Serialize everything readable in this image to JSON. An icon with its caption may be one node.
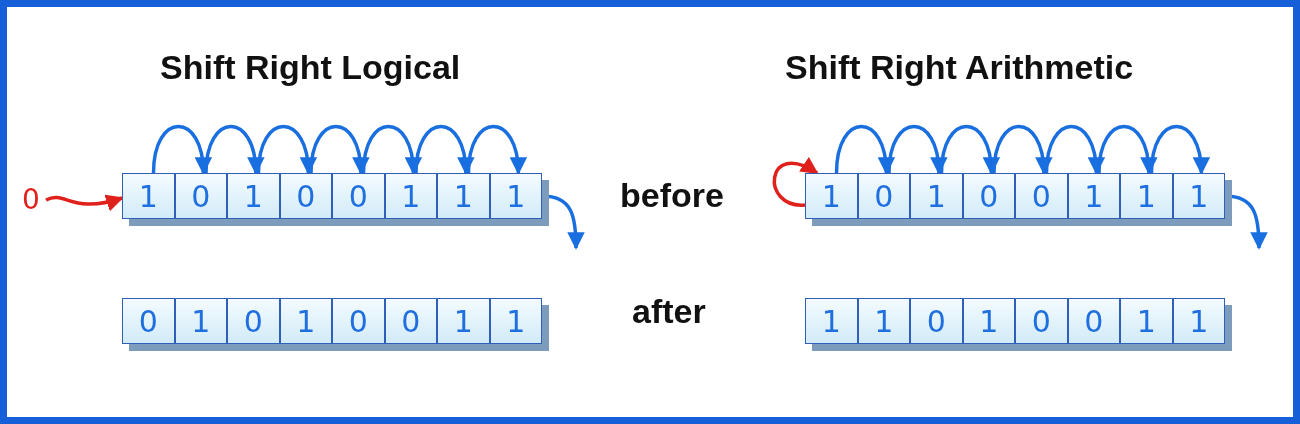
{
  "diagram": {
    "nodes": [
      {
        "text": [
          "0"
        ]
      },
      {
        "text": [
          "1"
        ]
      },
      {
        "text": [
          "0"
        ]
      },
      {
        "text": [
          "1"
        ]
      },
      {
        "text": [
          "0"
        ]
      },
      {
        "text": [
          "0"
        ]
      },
      {
        "text": [
          "1"
        ]
      },
      {
        "text": [
          "1"
        ]
      },
      {
        "text": [
          "1"
        ]
      },
      {
        "text": [
          "0"
        ]
      },
      {
        "text": [
          "1"
        ]
      },
      {
        "text": [
          "0"
        ]
      },
      {
        "text": [
          "1"
        ]
      },
      {
        "text": [
          "0"
        ]
      },
      {
        "text": [
          "0"
        ]
      },
      {
        "text": [
          "1"
        ]
      },
      {
        "text": [
          "1"
        ]
      },
      {
        "text": [
          "1"
        ]
      },
      {
        "text": [
          "0"
        ]
      },
      {
        "text": [
          "1"
        ]
      },
      {
        "text": [
          "0"
        ]
      },
      {
        "text": [
          "0"
        ]
      },
      {
        "text": [
          "1"
        ]
      },
      {
        "text": [
          "1"
        ]
      },
      {
        "text": [
          "1"
        ]
      },
      {
        "text": [
          "1"
        ]
      },
      {
        "text": [
          "1"
        ]
      },
      {
        "text": [
          "0"
        ]
      },
      {
        "text": [
          "1"
        ]
      },
      {
        "text": [
          "0"
        ]
      },
      {
        "text": [
          "0"
        ]
      },
      {
        "text": [
          "1"
        ]
      },
      {
        "text": [
          "1"
        ]
      }
    ],
    "edges": [
      {
        "from": 0,
        "to": 1,
        "arrow": "to",
        "color": "#e0201a"
      },
      {
        "from": 1,
        "to": 2,
        "arrow": "to"
      },
      {
        "from": 2,
        "to": 3,
        "arrow": "to"
      },
      {
        "from": 3,
        "to": 4,
        "arrow": "to"
      },
      {
        "from": 4,
        "to": 5,
        "arrow": "to"
      },
      {
        "from": 5,
        "to": 6,
        "arrow": "to"
      },
      {
        "from": 6,
        "to": 7,
        "arrow": "to"
      },
      {
        "from": 7,
        "to": 8,
        "arrow": "to"
      },
      {
        "from": 8,
        "to": null,
        "arrow": "to"
      },
      {
        "from": 17,
        "to": 17,
        "arrow": "to",
        "color": "#e0201a"
      },
      {
        "from": 17,
        "to": 18,
        "arrow": "to"
      },
      {
        "from": 18,
        "to": 19,
        "arrow": "to"
      },
      {
        "from": 19,
        "to": 20,
        "arrow": "to"
      },
      {
        "from": 20,
        "to": 21,
        "arrow": "to"
      },
      {
        "from": 21,
        "to": 22,
        "arrow": "to"
      },
      {
        "from": 22,
        "to": 23,
        "arrow": "to"
      },
      {
        "from": 23,
        "to": 24,
        "arrow": "to"
      },
      {
        "from": 24,
        "to": null,
        "arrow": "to"
      }
    ],
    "labels": [
      "Shift Right Logical",
      "Shift Right Arithmetic",
      "before",
      "after"
    ]
  }
}
